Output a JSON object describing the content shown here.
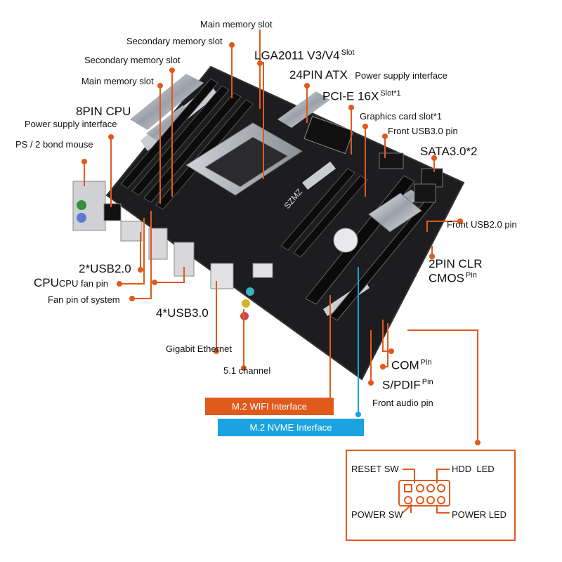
{
  "colors": {
    "accent": "#e05a1b",
    "nvme": "#1aa3e0",
    "board": "#1d1d1f"
  },
  "labels": {
    "main_memory_slot_top": "Main memory slot",
    "secondary_memory_slot_1": "Secondary memory slot",
    "secondary_memory_slot_2": "Secondary memory slot",
    "main_memory_slot_left": "Main memory slot",
    "cpu_socket": "LGA2011 V3/V4",
    "cpu_socket_suffix": "Slot",
    "atx_power": "24PIN ATX",
    "atx_power_suffix": "Power supply interface",
    "pcie_slot": "PCI-E 16X",
    "pcie_slot_suffix": "Slot*1",
    "graphics_slot": "Graphics card slot*1",
    "front_usb3": "Front USB3.0 pin",
    "sata": "SATA3.0*2",
    "front_usb2": "Front USB2.0 pin",
    "clr_cmos_line1": "2PIN CLR",
    "clr_cmos_line2": "CMOS",
    "clr_cmos_suffix": "Pin",
    "cpu_power_line1": "8PIN CPU",
    "cpu_power_line2": "Power supply interface",
    "ps2": "PS / 2 bond mouse",
    "usb2_rear": "2*USB2.0",
    "cpu_fan_prefix": "CPU",
    "cpu_fan": "CPU fan pin",
    "system_fan": "Fan pin of system",
    "usb3_rear": "4*USB3.0",
    "ethernet": "Gigabit Ethernet",
    "audio": "5.1 channel",
    "com": "COM",
    "com_suffix": "Pin",
    "spdif": "S/PDIF",
    "spdif_suffix": "Pin",
    "front_audio": "Front audio pin",
    "m2_wifi": "M.2 WIFI Interface",
    "m2_nvme": "M.2 NVME Interface",
    "board_brand": "SZMZ"
  },
  "panel": {
    "reset_sw": "RESET SW",
    "hdd_led": "HDD  LED",
    "power_sw": "POWER SW",
    "power_led": "POWER LED"
  }
}
